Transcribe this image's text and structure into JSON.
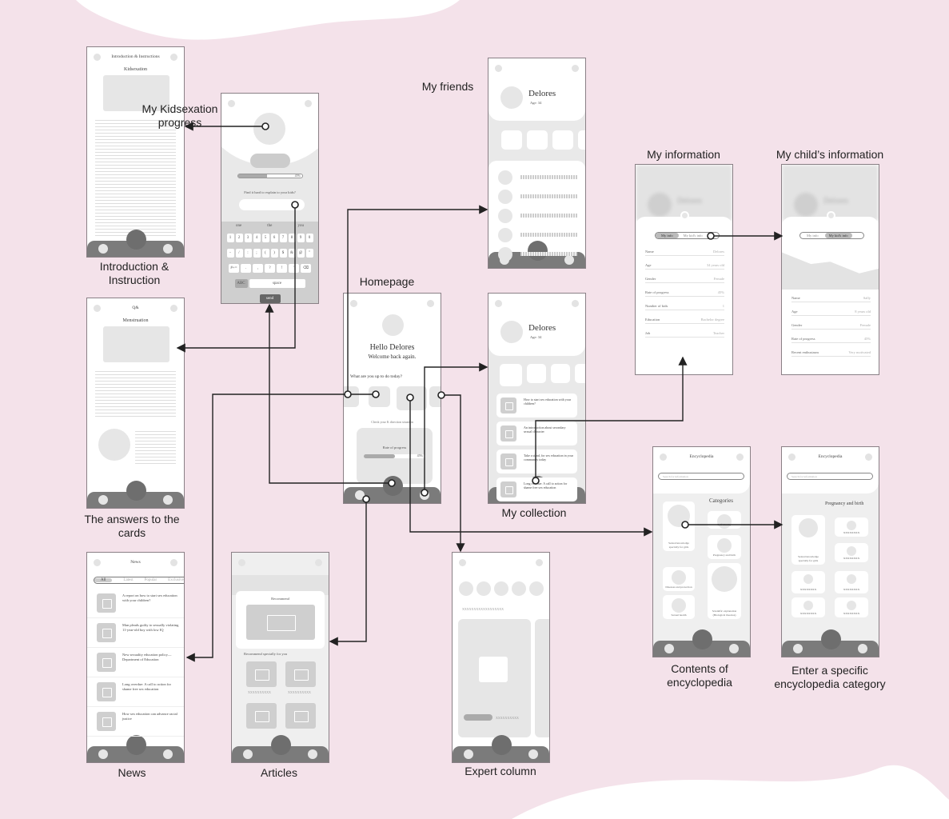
{
  "labels": {
    "progress": "My Kidsexation progress",
    "friends": "My friends",
    "my_info": "My information",
    "child_info": "My child’s information",
    "homepage": "Homepage",
    "intro": "Introduction & Instruction",
    "answers": "The answers to the cards",
    "collection": "My collection",
    "encyclopedia": "Contents of encyclopedia",
    "category": "Enter a specific encyclopedia category",
    "news": "News",
    "articles": "Articles",
    "expert": "Expert column"
  },
  "intro_screen": {
    "title": "Introduction & Instructions",
    "heading": "Kidsexation"
  },
  "answers_screen": {
    "title": "Q&",
    "heading": "Menstruation"
  },
  "progress_screen": {
    "percent": "45%",
    "question": "Find it hard to explain to your kids?",
    "suggestions": [
      "one",
      "the",
      "you"
    ],
    "row1": [
      "1",
      "2",
      "3",
      "4",
      "5",
      "6",
      "7",
      "8",
      "9",
      "0"
    ],
    "row2": [
      "-",
      "/",
      ":",
      ";",
      "(",
      ")",
      "$",
      "&",
      "@",
      "\""
    ],
    "row3": [
      "#+=",
      ".",
      ",",
      "?",
      "!",
      "'",
      "⌫"
    ],
    "abc": "ABC",
    "space": "space",
    "send": "send"
  },
  "home_screen": {
    "greeting": "Hello Delores",
    "welcome": "Welcome back again.",
    "question": "What are you up to do today?",
    "check": "Check your K direction situation",
    "rate_label": "Rate of progress",
    "rate_value": "45%"
  },
  "friends_screen": {
    "name": "Delores",
    "age": "Age: 34"
  },
  "collection_screen": {
    "name": "Delores",
    "age": "Age: 34",
    "items": [
      "How to start sex education with your children?",
      "An introduction about secondary sexual character",
      "Take a stand, for sex education in your community today",
      "Long overdue: A call to action for shame free sex education"
    ]
  },
  "my_info_screen": {
    "name": "Delores",
    "tabs": [
      "My info",
      "My kid's info"
    ],
    "rows": [
      [
        "Name",
        "Delores"
      ],
      [
        "Age",
        "34 years old"
      ],
      [
        "Gender",
        "Female"
      ],
      [
        "Rate of progress",
        "45%"
      ],
      [
        "Number of kids",
        "1"
      ],
      [
        "Education",
        "Bachelor degree"
      ],
      [
        "Job",
        "Teacher"
      ]
    ]
  },
  "child_info_screen": {
    "name": "Delores",
    "tabs": [
      "My info",
      "My kid's info"
    ],
    "rows": [
      [
        "Name",
        "Sally"
      ],
      [
        "Age",
        "8 years old"
      ],
      [
        "Gender",
        "Female"
      ],
      [
        "Rate of progress",
        "45%"
      ],
      [
        "Recent enthusiasm",
        "Very motivated"
      ]
    ]
  },
  "news_screen": {
    "title": "News",
    "tabs": [
      "All",
      "Latest",
      "Popular",
      "Exclusive"
    ],
    "items": [
      "A report on how to start sex education with your children?",
      "Man pleads guilty to sexually violating 11-year-old boy with low IQ",
      "New sexuality education policy— Department of Education",
      "Long overdue: A call to action for shame free sex education",
      "How sex education can advance racial justice"
    ]
  },
  "articles_screen": {
    "recommend": "Recommend",
    "special": "Recommend specially for you",
    "placeholder": "XXXXXXXXXX"
  },
  "expert_screen": {
    "header": "XXXXXXXXXXXXXXXXXX",
    "caption": "XXXXXXXXXX"
  },
  "encyclopedia_screen": {
    "title": "Encyclopedia",
    "search_placeholder": "Search for information",
    "heading": "Categories",
    "categories": [
      "Sexual knowledge specially for girls",
      "Self identity",
      "Pregnancy and birth",
      "Diseases and protection",
      "Sexual health",
      "Scientific explanation (Biological theories)"
    ]
  },
  "category_screen": {
    "title": "Encyclopedia",
    "search_placeholder": "Search for information",
    "heading": "Pregnancy and birth",
    "first": "Sexual knowledge specially for girls",
    "placeholder": "XXXXXXXX"
  }
}
